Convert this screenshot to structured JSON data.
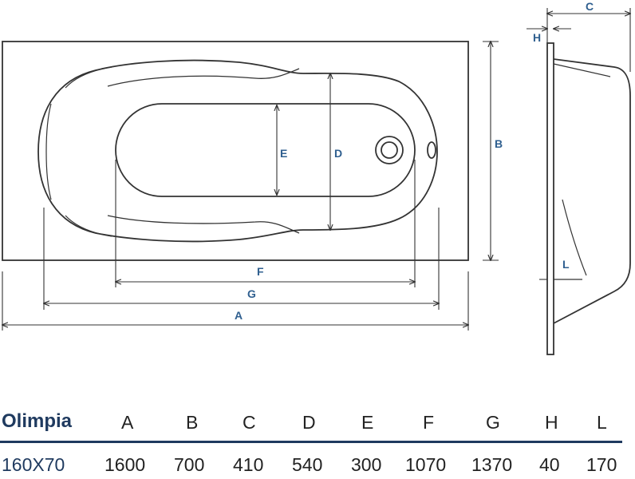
{
  "dimensions": {
    "labels": {
      "A": "A",
      "B": "B",
      "C": "C",
      "D": "D",
      "E": "E",
      "F": "F",
      "G": "G",
      "H": "H",
      "L": "L"
    }
  },
  "table": {
    "model": "Olimpia",
    "size": "160X70",
    "headers": [
      "A",
      "B",
      "C",
      "D",
      "E",
      "F",
      "G",
      "H",
      "L"
    ],
    "values": [
      "1600",
      "700",
      "410",
      "540",
      "300",
      "1070",
      "1370",
      "40",
      "170"
    ]
  }
}
